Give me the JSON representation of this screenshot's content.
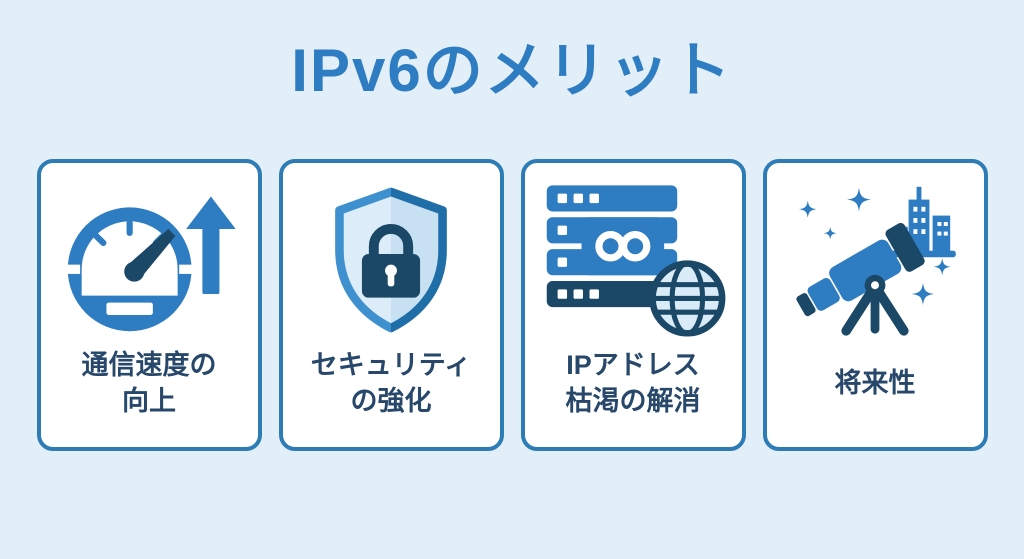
{
  "title": "IPv6のメリット",
  "colors": {
    "page-bg": "#E3EFF8",
    "title-color": "#2E7CC1",
    "card-bg": "#FFFFFF",
    "card-border": "#2E7CB5",
    "card-text": "#27486B",
    "icon-blue": "#2E7CC1",
    "icon-navy": "#1B4866",
    "icon-light": "#D9EBF7"
  },
  "cards": [
    {
      "icon": "speedometer-up-arrow-icon",
      "label": "通信速度の\n向上"
    },
    {
      "icon": "shield-lock-icon",
      "label": "セキュリティ\nの強化"
    },
    {
      "icon": "server-infinity-globe-icon",
      "label": "IPアドレス\n枯渇の解消"
    },
    {
      "icon": "telescope-future-icon",
      "label": "将来性"
    }
  ]
}
